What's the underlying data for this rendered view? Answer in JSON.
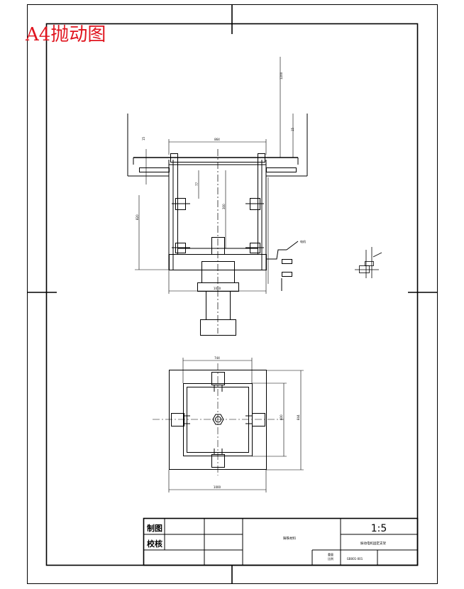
{
  "title_tag": "A4抛动图",
  "title_block": {
    "row1_label": "制图",
    "row2_label": "校核",
    "scale": "1:5",
    "part_name": "振动电机固定支架",
    "center_text": "铸铁材料",
    "code_line_1": "重量",
    "code_line_2": "比例",
    "code_line_3": "GB001-001"
  },
  "dimensions": {
    "top_width": "864",
    "height_right": "1200",
    "left_small": "15",
    "right_small": "15",
    "left_height": "820",
    "inner_height": "300",
    "inner_small": "77",
    "bottom_width": "1000",
    "label_motor": "电机",
    "plan_top": "744",
    "plan_side_inner": "600",
    "plan_side_outer": "844",
    "plan_bottom": "1000"
  },
  "colors": {
    "line": "#000000",
    "tag": "#e0141e"
  }
}
